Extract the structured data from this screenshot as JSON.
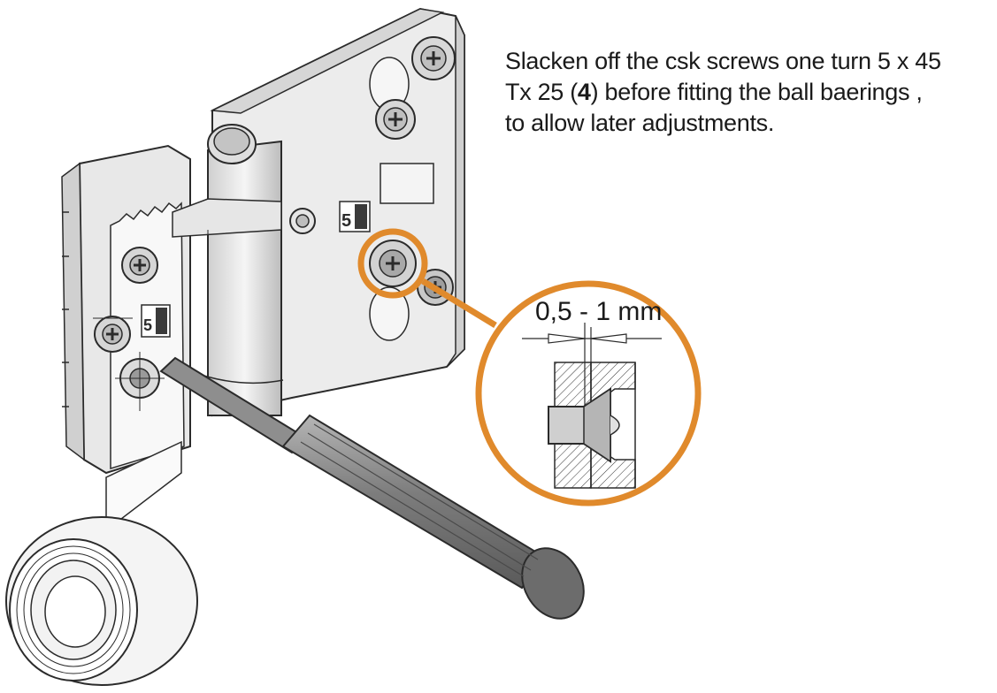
{
  "instruction": {
    "line1": "Slacken off the csk screws one turn 5 x 45",
    "line2_before": "Tx 25 (",
    "line2_bold": "4",
    "line2_after": ") before fitting the ball baerings ,",
    "line3": "to allow later adjustments."
  },
  "detail": {
    "measurement": "0,5 - 1 mm"
  },
  "labels": {
    "hinge_mark": "5"
  },
  "colors": {
    "highlight": "#e08a2c",
    "line": "#2b2b2b",
    "fill_light": "#eeeeee",
    "fill_mid": "#d9d9d9",
    "fill_dark": "#8c8c8c"
  }
}
